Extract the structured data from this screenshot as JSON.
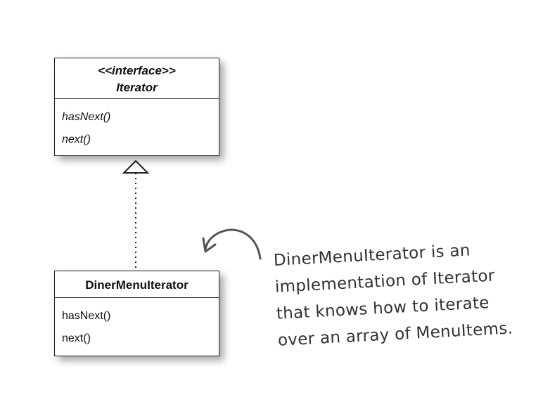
{
  "interface_box": {
    "stereotype": "<<interface>>",
    "name": "Iterator",
    "methods": [
      "hasNext()",
      "next()"
    ]
  },
  "impl_box": {
    "name": "DinerMenuIterator",
    "methods": [
      "hasNext()",
      "next()"
    ]
  },
  "annotation": {
    "lines": [
      "DinerMenuIterator is an",
      "implementation of Iterator",
      "that knows how to iterate",
      "over an array of MenuItems."
    ]
  }
}
